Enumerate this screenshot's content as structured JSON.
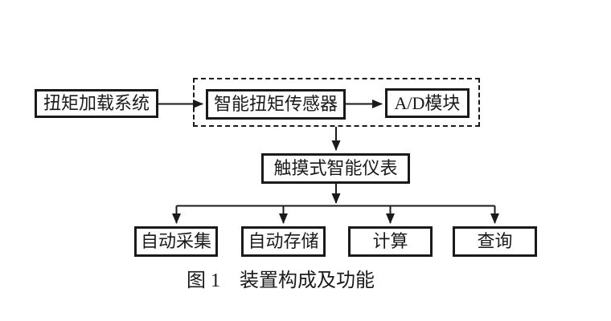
{
  "figure": {
    "caption": {
      "label": "图 1",
      "title": "装置构成及功能"
    },
    "nodes": {
      "torque_loading_system": {
        "label": "扭矩加载系统"
      },
      "smart_torque_sensor": {
        "label": "智能扭矩传感器"
      },
      "ad_module": {
        "label": "A/D模块"
      },
      "touch_smart_instrument": {
        "label": "触摸式智能仪表"
      },
      "auto_acquisition": {
        "label": "自动采集"
      },
      "auto_storage": {
        "label": "自动存储"
      },
      "calculation": {
        "label": "计算"
      },
      "query": {
        "label": "查询"
      }
    },
    "colors": {
      "line": "#1a1a1a",
      "background": "#ffffff"
    }
  }
}
